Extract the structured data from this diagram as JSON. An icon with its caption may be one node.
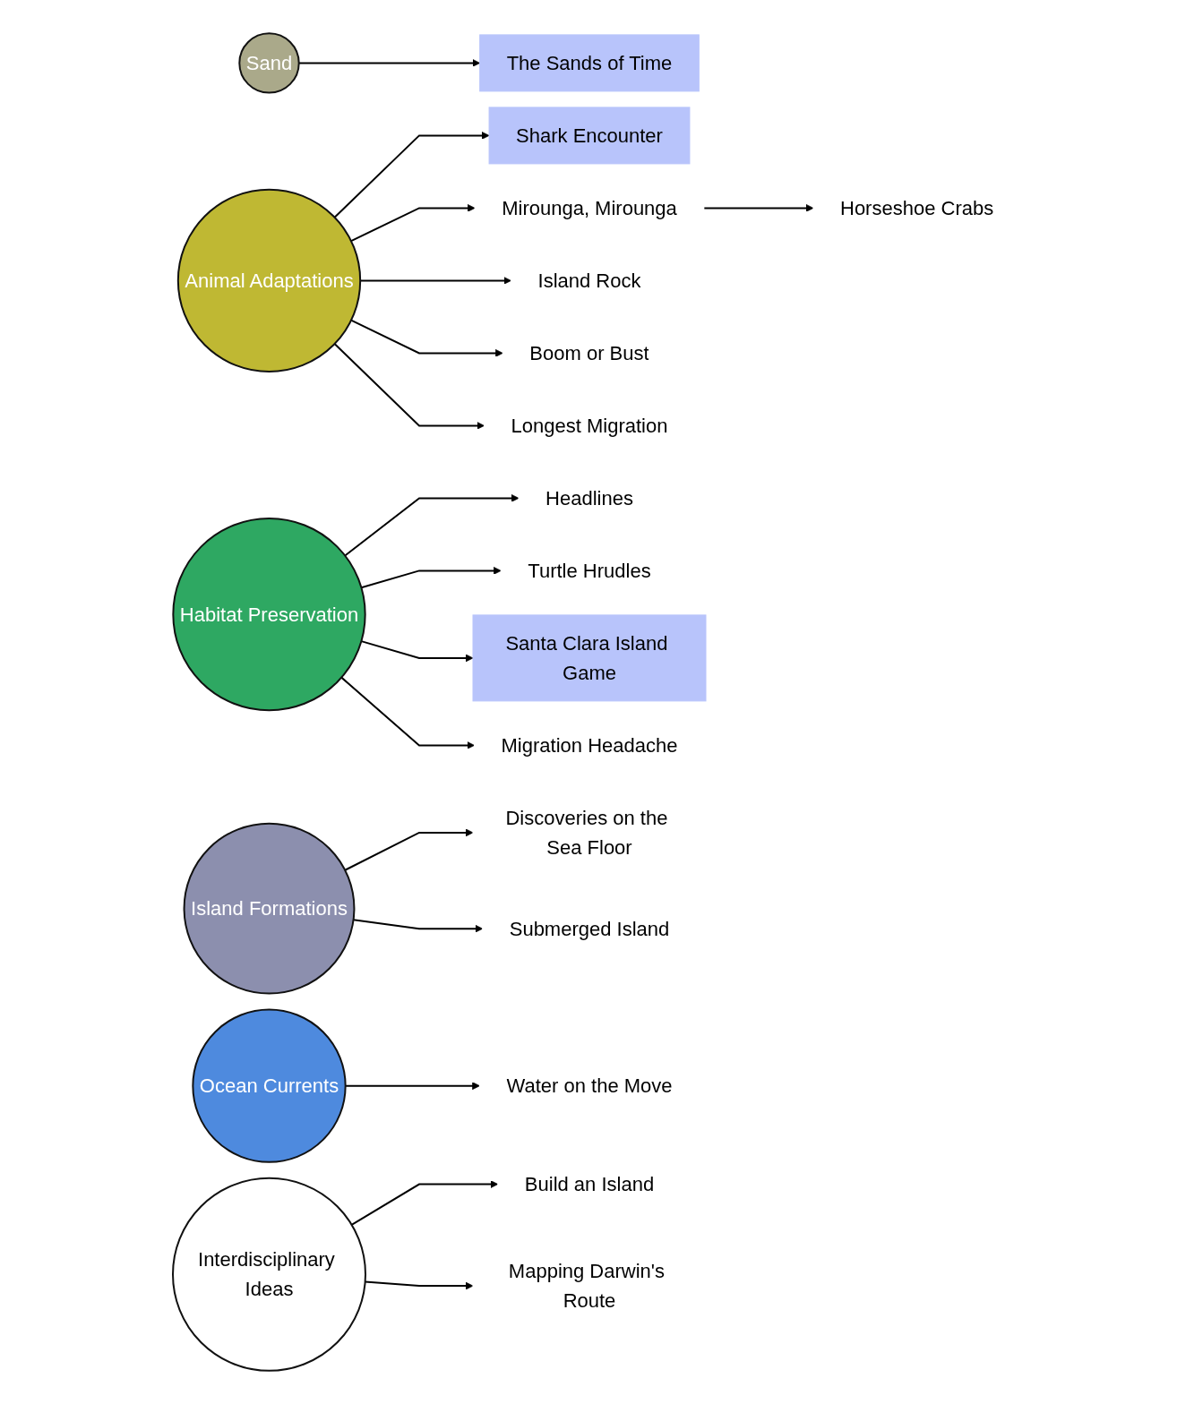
{
  "diagram": {
    "nodes": [
      {
        "text": [
          "Sand"
        ]
      },
      {
        "text": [
          "The Sands of Time"
        ]
      },
      {
        "text": [
          "Animal Adaptations"
        ]
      },
      {
        "text": [
          "Shark Encounter"
        ]
      },
      {
        "text": [
          "Mirounga, Mirounga"
        ]
      },
      {
        "text": [
          "Horseshoe Crabs"
        ]
      },
      {
        "text": [
          "Island Rock"
        ]
      },
      {
        "text": [
          "Boom or Bust"
        ]
      },
      {
        "text": [
          "Longest Migration"
        ]
      },
      {
        "text": [
          "Habitat Preservation"
        ]
      },
      {
        "text": [
          "Headlines"
        ]
      },
      {
        "text": [
          "Turtle Hrudles"
        ]
      },
      {
        "text": [
          "Santa Clara Island Game"
        ]
      },
      {
        "text": [
          "Migration Headache"
        ]
      },
      {
        "text": [
          "Island Formations"
        ]
      },
      {
        "text": [
          "Discoveries on the Sea Floor"
        ]
      },
      {
        "text": [
          "Submerged Island"
        ]
      },
      {
        "text": [
          "Ocean Currents"
        ]
      },
      {
        "text": [
          "Water on the Move"
        ]
      },
      {
        "text": [
          "Interdisciplinary Ideas"
        ]
      },
      {
        "text": [
          "Build an Island"
        ]
      },
      {
        "text": [
          "Mapping Darwin's Route"
        ]
      }
    ],
    "edges": [
      {
        "from": 0,
        "to": 1,
        "arrow": "to"
      },
      {
        "from": 2,
        "to": 3,
        "arrow": "to"
      },
      {
        "from": 2,
        "to": 4,
        "arrow": "to"
      },
      {
        "from": 4,
        "to": 5,
        "arrow": "to"
      },
      {
        "from": 2,
        "to": 6,
        "arrow": "to"
      },
      {
        "from": 2,
        "to": 7,
        "arrow": "to"
      },
      {
        "from": 2,
        "to": 8,
        "arrow": "to"
      },
      {
        "from": 9,
        "to": 10,
        "arrow": "to"
      },
      {
        "from": 9,
        "to": 11,
        "arrow": "to"
      },
      {
        "from": 9,
        "to": 12,
        "arrow": "to"
      },
      {
        "from": 9,
        "to": 13,
        "arrow": "to"
      },
      {
        "from": 14,
        "to": 15,
        "arrow": "to"
      },
      {
        "from": 14,
        "to": 16,
        "arrow": "to"
      },
      {
        "from": 17,
        "to": 18,
        "arrow": "to"
      },
      {
        "from": 19,
        "to": 20,
        "arrow": "to"
      },
      {
        "from": 19,
        "to": 21,
        "arrow": "to"
      }
    ]
  }
}
